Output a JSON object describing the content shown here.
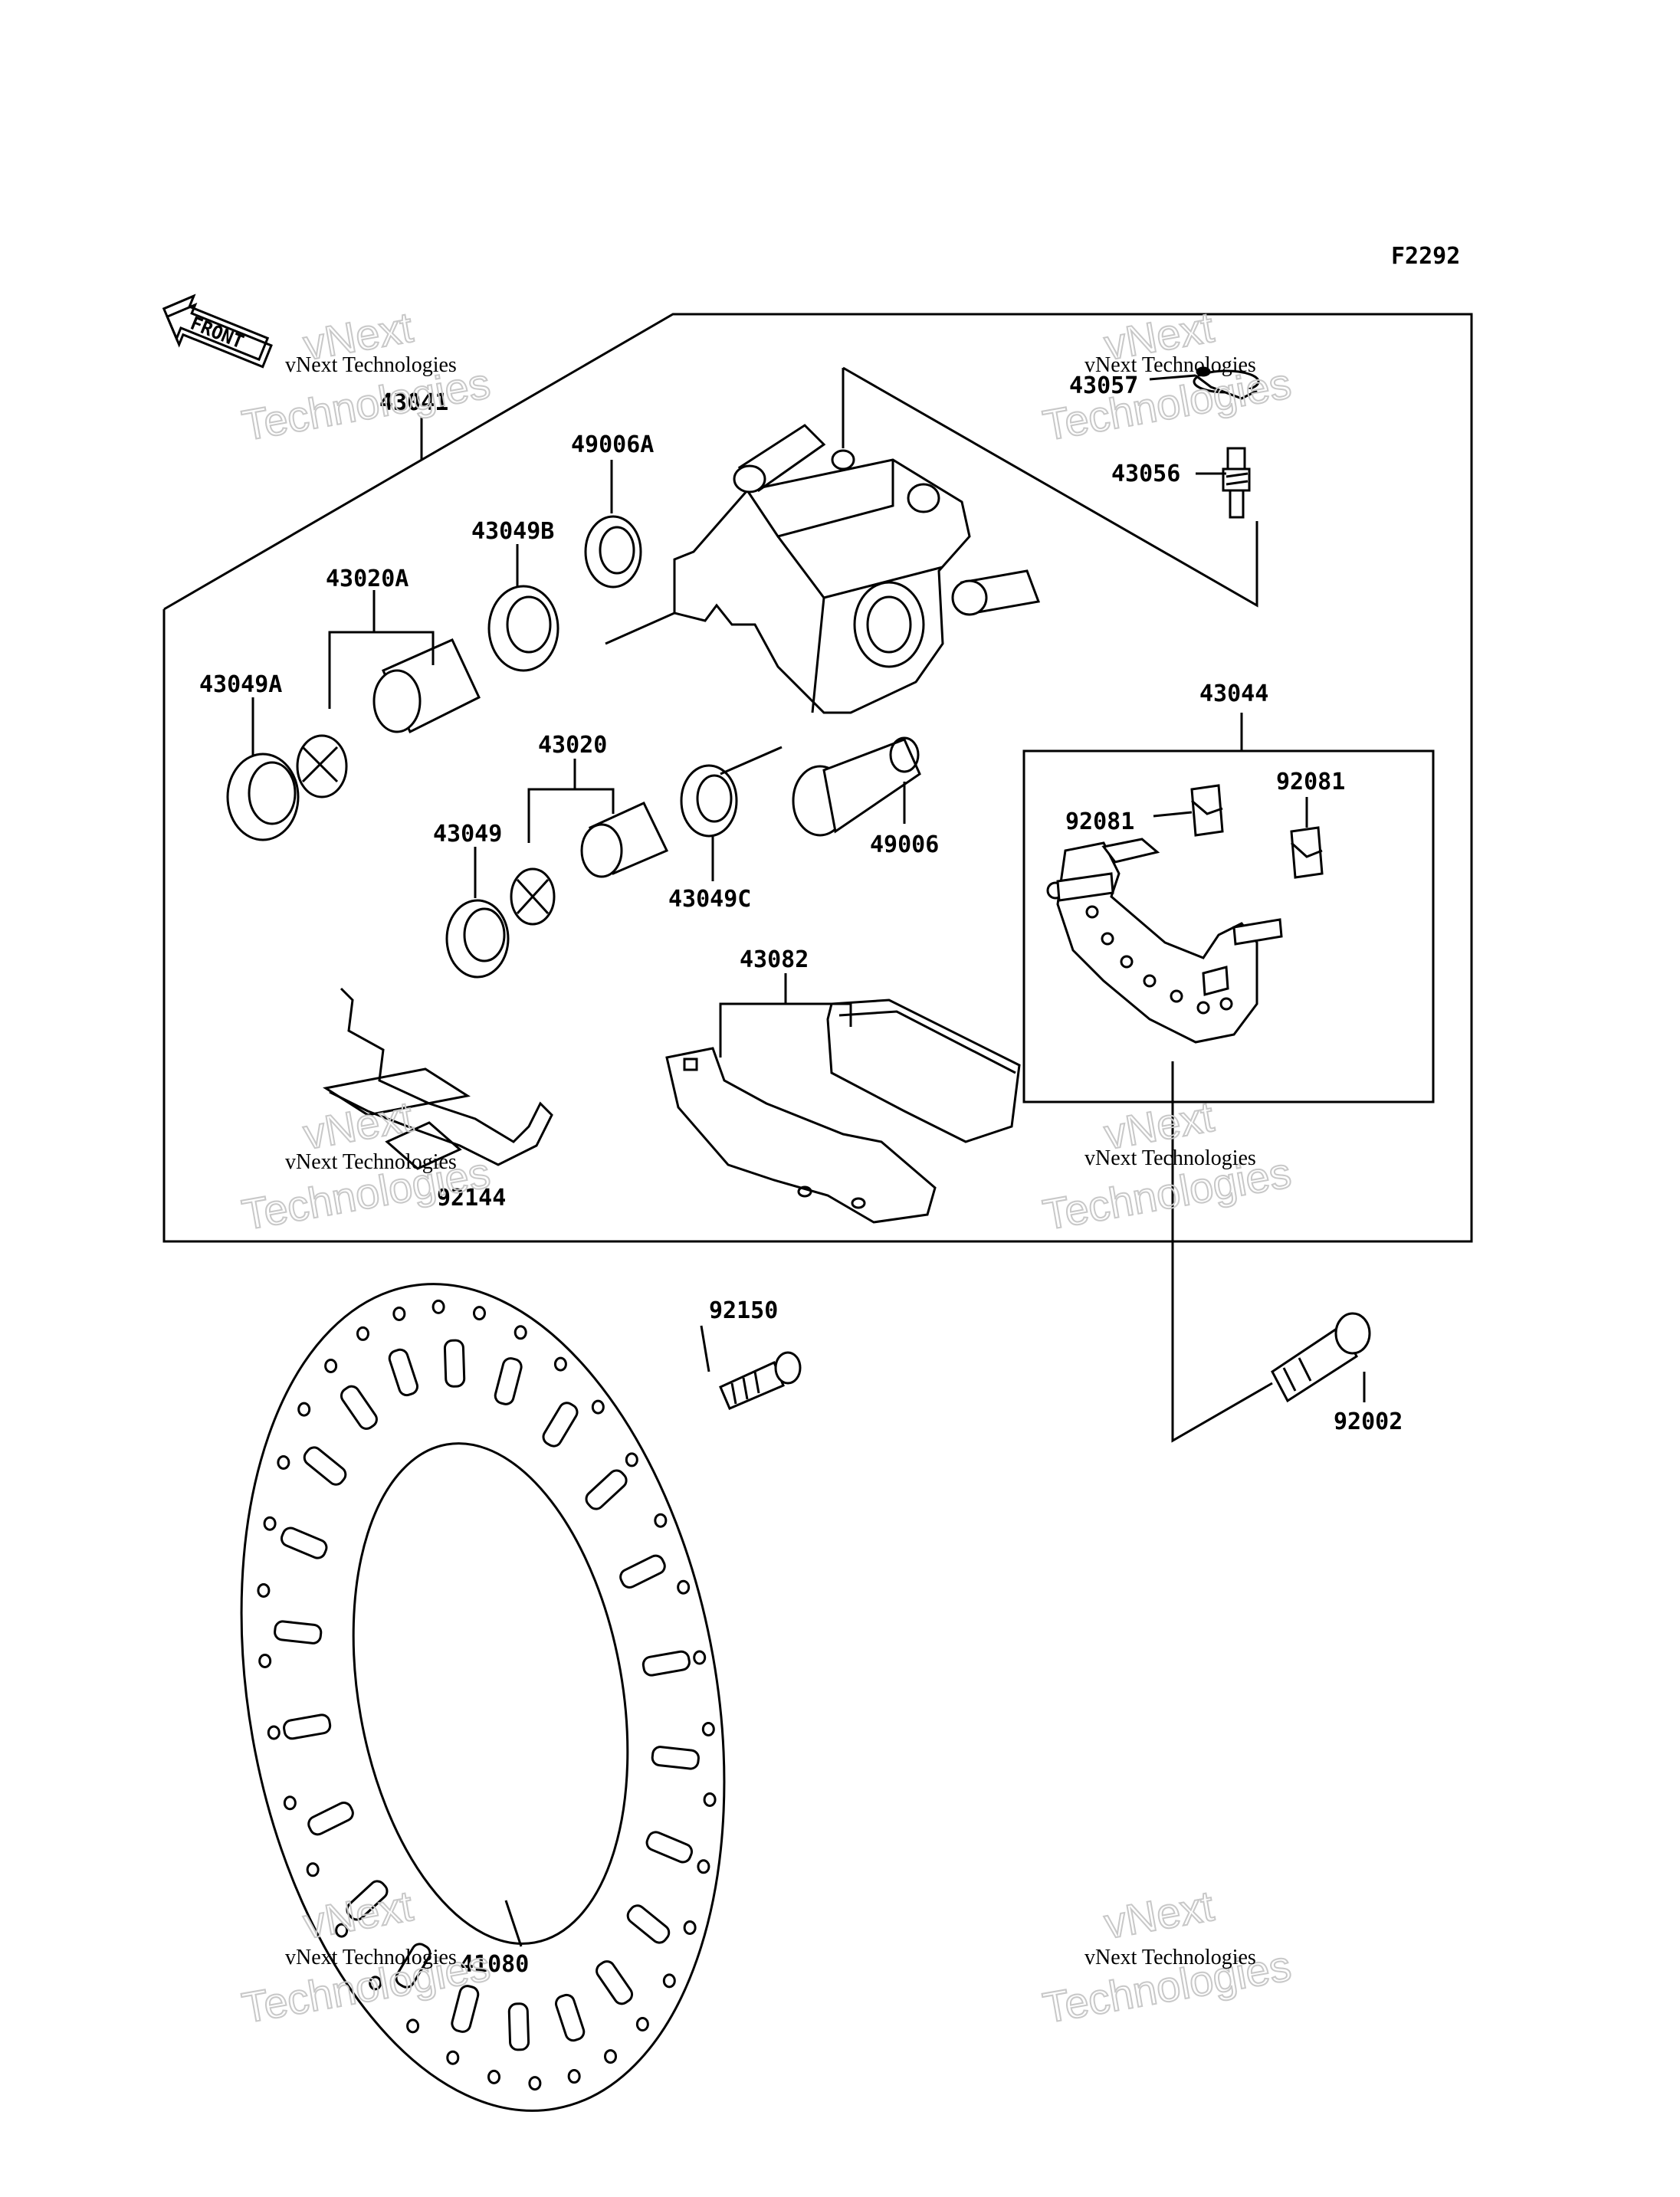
{
  "figure_code": "F2292",
  "front_label": "FRONT",
  "parts": {
    "p43041": "43041",
    "p49006A": "49006A",
    "p43049B": "43049B",
    "p43020A": "43020A",
    "p43049A": "43049A",
    "p43020": "43020",
    "p43049": "43049",
    "p43049C": "43049C",
    "p49006": "49006",
    "p43082": "43082",
    "p92144": "92144",
    "p43057": "43057",
    "p43056": "43056",
    "p43044": "43044",
    "p92081a": "92081",
    "p92081b": "92081",
    "p92150": "92150",
    "p92002": "92002",
    "p41080": "41080"
  },
  "watermark": {
    "line1": "vNext Technologies",
    "big_line1": "vNext",
    "big_line2": "Technologies"
  }
}
